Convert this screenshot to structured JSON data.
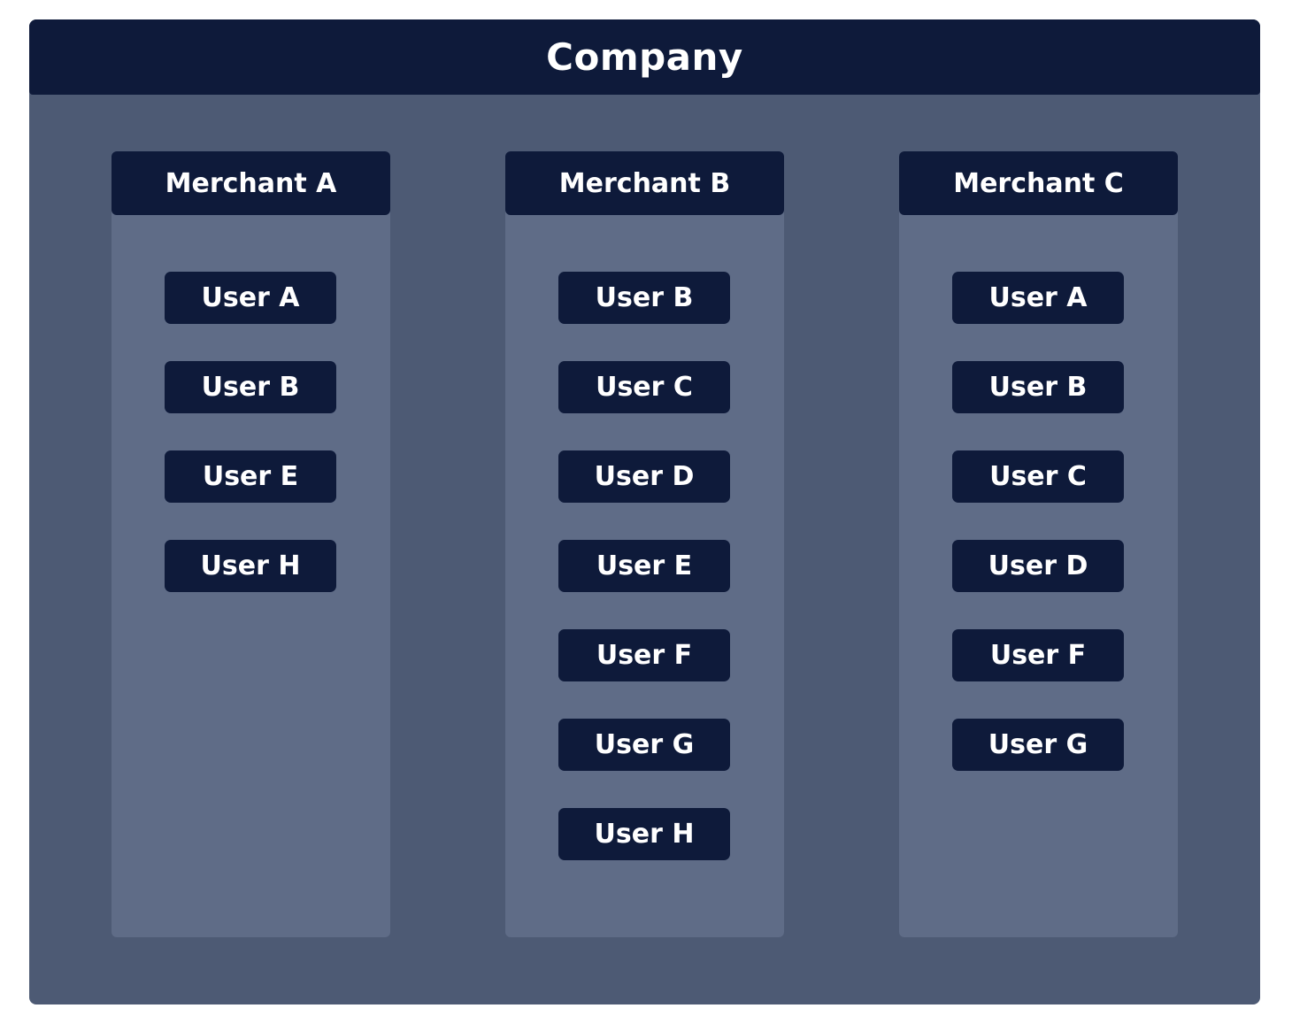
{
  "company": {
    "title": "Company"
  },
  "merchants": [
    {
      "title": "Merchant A",
      "users": [
        "User A",
        "User B",
        "User E",
        "User H"
      ]
    },
    {
      "title": "Merchant B",
      "users": [
        "User B",
        "User C",
        "User D",
        "User E",
        "User F",
        "User G",
        "User H"
      ]
    },
    {
      "title": "Merchant C",
      "users": [
        "User A",
        "User B",
        "User C",
        "User D",
        "User F",
        "User G"
      ]
    }
  ],
  "colors": {
    "header_bg": "#0e1a3a",
    "company_bg": "#4d5a74",
    "merchant_bg": "#5f6c87",
    "text": "#ffffff"
  }
}
